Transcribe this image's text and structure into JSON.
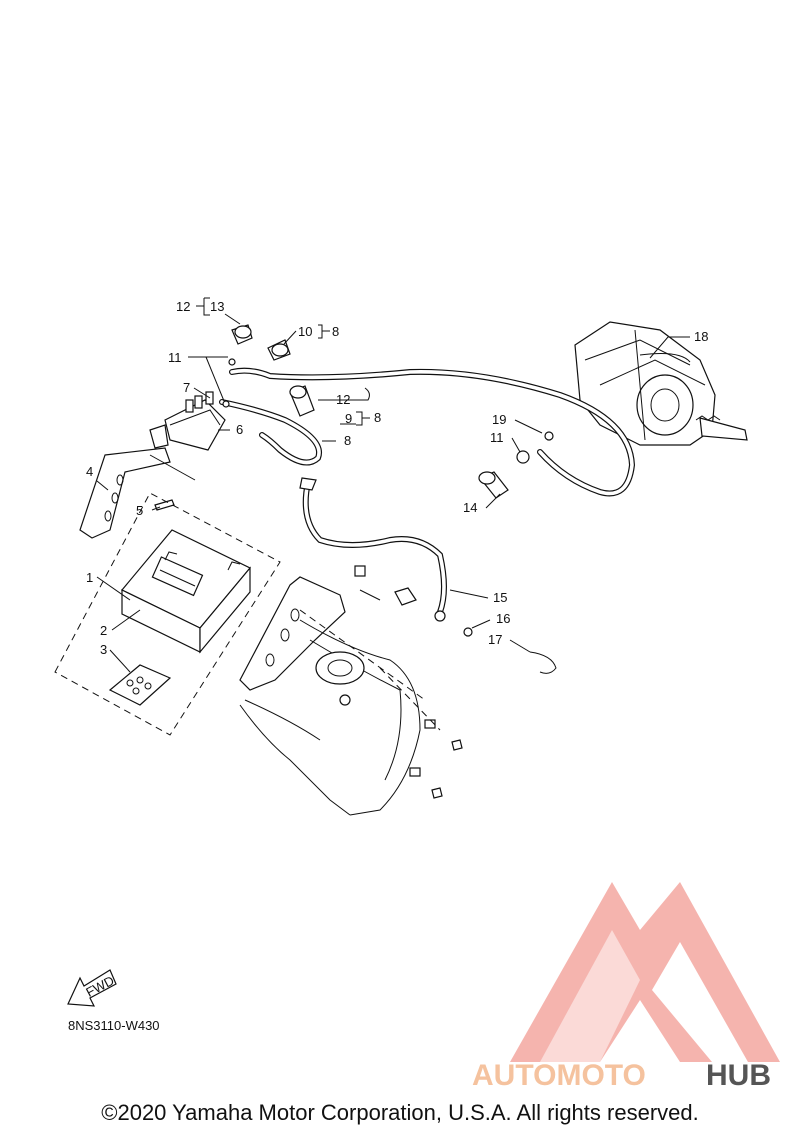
{
  "diagram": {
    "callouts": [
      "1",
      "2",
      "3",
      "4",
      "5",
      "6",
      "7",
      "8",
      "9",
      "10",
      "11",
      "12",
      "13",
      "14",
      "15",
      "16",
      "17",
      "18",
      "19"
    ],
    "bracket_ref": "8",
    "bracket_ref2": "8",
    "callout_8b": "8",
    "callout_11b": "11",
    "callout_12b": "12",
    "fwd_label": "FWD",
    "drawing_code": "8NS3110-W430"
  },
  "watermark": {
    "brand_left": "AUTOMOTO",
    "brand_right": "HUB",
    "color_light": "#f5c29e",
    "color_dark": "#555555",
    "logo_color": "#f08a80"
  },
  "footer": {
    "copyright": "©2020 Yamaha Motor Corporation, U.S.A. All rights reserved."
  }
}
